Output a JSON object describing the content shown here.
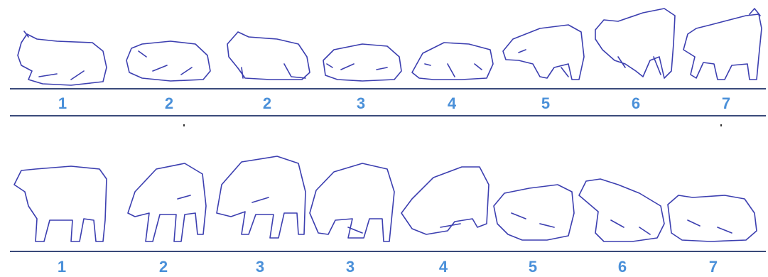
{
  "top_row": {
    "labels": [
      "1",
      "2",
      "2",
      "3",
      "4",
      "5",
      "6",
      "7"
    ]
  },
  "bottom_row": {
    "labels": [
      "1",
      "2",
      "3",
      "3",
      "4",
      "5",
      "6",
      "7"
    ]
  },
  "colors": {
    "line": "#3a4a7a",
    "outline": "#3c3fb0",
    "number": "#4a90d9"
  }
}
